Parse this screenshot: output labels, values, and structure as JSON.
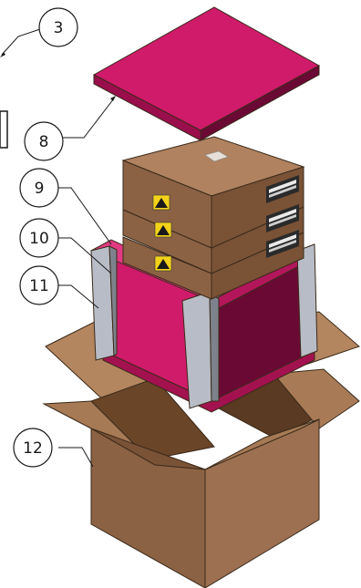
{
  "callouts": {
    "c3": "3",
    "c8": "8",
    "c9": "9",
    "c10": "10",
    "c11": "11",
    "c12": "12"
  },
  "colors": {
    "foam": "#d01a6a",
    "foam_dark": "#9a0e4c",
    "foam_side": "#6a0a34",
    "cardboard_light": "#b08260",
    "cardboard_mid": "#8c6244",
    "cardboard_dark": "#5e3e26",
    "corner_guard": "#b8bcc6",
    "corner_guard_dark": "#7e828c",
    "warning_yellow": "#f2d21a"
  },
  "icons": {
    "esd_label": "esd-warning-icon",
    "barcode_label": "barcode-label-icon"
  }
}
